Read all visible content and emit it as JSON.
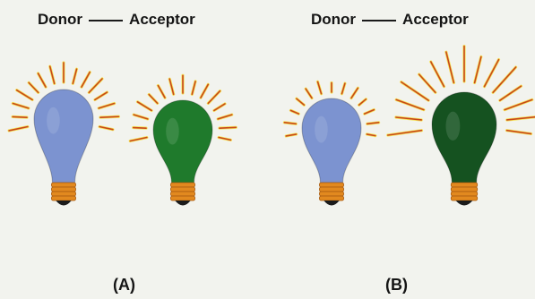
{
  "panels": [
    {
      "id": "a",
      "label": "(A)",
      "donor_label": "Donor",
      "acceptor_label": "Acceptor"
    },
    {
      "id": "b",
      "label": "(B)",
      "donor_label": "Donor",
      "acceptor_label": "Acceptor"
    }
  ],
  "colors": {
    "donor_bulb": "#7c93d0",
    "acceptor_bulb_a": "#1f7a2c",
    "acceptor_bulb_b": "#155220",
    "rays": "#c8461b",
    "ray_glow": "#f6e34a",
    "bulb_base": "#e2891f",
    "bulb_tip": "#1b1b1b"
  }
}
